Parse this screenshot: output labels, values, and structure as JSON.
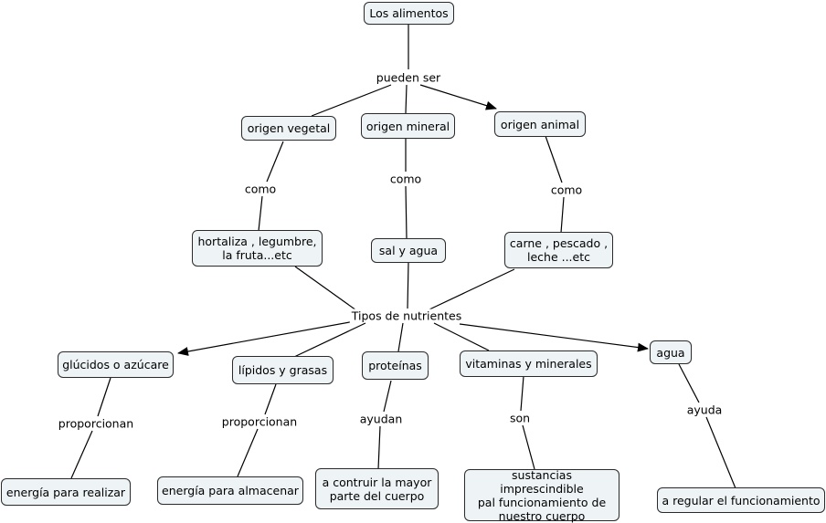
{
  "nodes": {
    "los_alimentos": "Los alimentos",
    "origen_vegetal": "origen vegetal",
    "origen_mineral": "origen mineral",
    "origen_animal": "origen animal",
    "hortaliza": "hortaliza , legumbre,\nla fruta...etc",
    "sal_agua": "sal y agua",
    "carne": "carne , pescado ,\nleche ...etc",
    "glucidos": "glúcidos o azúcare",
    "lipidos": "lípidos y grasas",
    "proteinas": "proteínas",
    "vitaminas": "vitaminas y minerales",
    "agua": "agua",
    "energia_realizar": "energía para realizar",
    "energia_almacenar": "energía para almacenar",
    "contruir": "a contruir la mayor\nparte del cuerpo",
    "sustancias": "sustancias imprescindible\npal funcionamiento de\nnuestro cuerpo",
    "regular": "a regular el funcionamiento"
  },
  "labels": {
    "pueden_ser": "pueden ser",
    "como_vegetal": "como",
    "como_mineral": "como",
    "como_animal": "como",
    "tipos": "Tipos de nutrientes",
    "proporcionan_1": "proporcionan",
    "proporcionan_2": "proporcionan",
    "ayudan": "ayudan",
    "son": "son",
    "ayuda": "ayuda"
  }
}
